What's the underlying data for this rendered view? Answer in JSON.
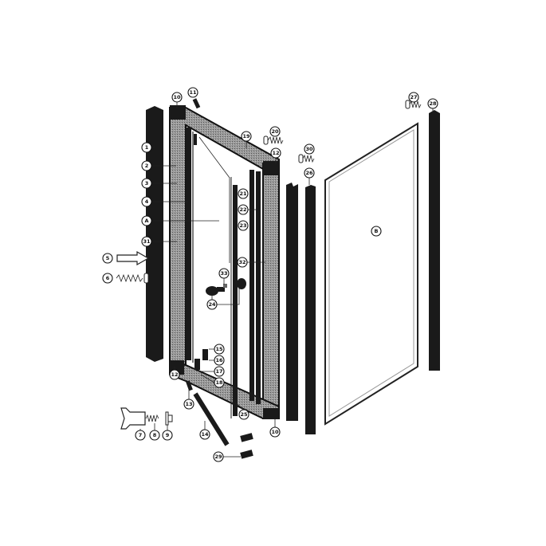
{
  "diagram": {
    "type": "exploded-parts-diagram",
    "callouts": {
      "p1": "1",
      "p2": "2",
      "p3": "3",
      "p4": "4",
      "pA": "A",
      "p31": "31",
      "p5": "5",
      "p6": "6",
      "p7": "7",
      "p8": "8",
      "p9": "9",
      "p10a": "10",
      "p10b": "10",
      "p11": "11",
      "p12a": "12",
      "p12b": "12",
      "p13": "13",
      "p14": "14",
      "p15": "15",
      "p16": "16",
      "p17": "17",
      "p18": "18",
      "p19": "19",
      "p20": "20",
      "p21": "21",
      "p22": "22",
      "p23": "23",
      "p24": "24",
      "p25": "25",
      "p26": "26",
      "p27": "27",
      "p28": "28",
      "p29": "29",
      "p30": "30",
      "p32": "32",
      "p33": "33",
      "pB": "B"
    }
  }
}
